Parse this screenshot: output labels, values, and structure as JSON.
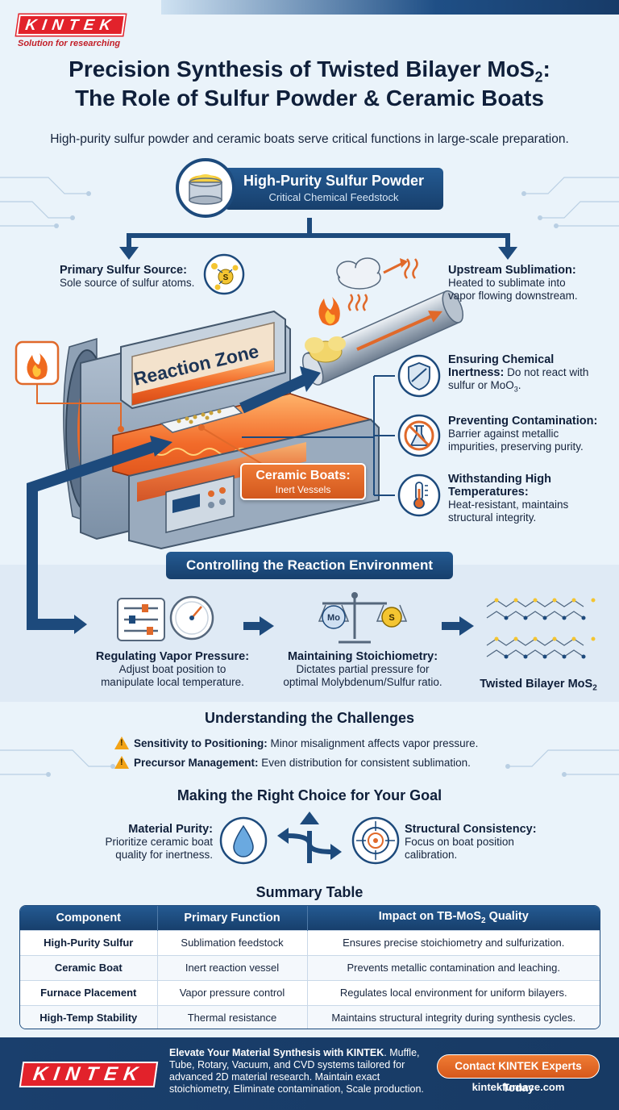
{
  "brand": {
    "logo_text": "KINTEK",
    "tagline": "Solution for researching",
    "accent": "#e2222b",
    "navy": "#1d4a7c",
    "orange": "#e0692a"
  },
  "title": {
    "line1": "Precision Synthesis of Twisted Bilayer MoS",
    "line1_sub": "2",
    "line1_end": ":",
    "line2": "The Role of Sulfur Powder & Ceramic Boats"
  },
  "subtitle": "High-purity sulfur powder and ceramic boats serve critical functions in large-scale preparation.",
  "sulfur": {
    "title": "High-Purity Sulfur Powder",
    "subtitle": "Critical Chemical Feedstock"
  },
  "primary_source": {
    "head": "Primary Sulfur Source:",
    "body": "Sole source of sulfur atoms."
  },
  "sublimation": {
    "head": "Upstream Sublimation:",
    "body1": "Heated to sublimate into",
    "body2": "vapor flowing downstream."
  },
  "furnace": {
    "zone_label": "Reaction Zone",
    "element_symbol": "S"
  },
  "inertness": {
    "head1": "Ensuring Chemical",
    "head2": "Inertness:",
    "body1": "Do not react with",
    "body2": "sulfur or MoO",
    "body2_sub": "3",
    "body2_end": "."
  },
  "contamination": {
    "head": "Preventing Contamination:",
    "body1": "Barrier against metallic",
    "body2": "impurities, preserving purity."
  },
  "high_temp": {
    "head1": "Withstanding High",
    "head2": "Temperatures:",
    "body1": "Heat-resistant, maintains",
    "body2": "structural integrity."
  },
  "boats": {
    "title": "Ceramic Boats:",
    "subtitle": "Inert Vessels"
  },
  "environment": {
    "title": "Controlling the Reaction Environment",
    "vapor": {
      "head": "Regulating Vapor Pressure:",
      "body1": "Adjust boat position to",
      "body2": "manipulate local temperature."
    },
    "stoich": {
      "head": "Maintaining Stoichiometry:",
      "body1": "Dictates partial pressure for",
      "body2": "optimal Molybdenum/Sulfur ratio."
    },
    "scale_left": "Mo",
    "scale_right": "S",
    "product": "Twisted Bilayer MoS",
    "product_sub": "2"
  },
  "challenges": {
    "title": "Understanding the Challenges",
    "items": [
      {
        "head": "Sensitivity to Positioning:",
        "body": " Minor misalignment affects vapor pressure."
      },
      {
        "head": "Precursor Management:",
        "body": " Even distribution for consistent sublimation."
      }
    ]
  },
  "choice": {
    "title": "Making the Right Choice for Your Goal",
    "purity": {
      "head": "Material Purity:",
      "body1": "Prioritize ceramic boat",
      "body2": "quality for inertness."
    },
    "consistency": {
      "head": "Structural Consistency:",
      "body1": "Focus on boat position",
      "body2": "calibration."
    }
  },
  "table": {
    "title": "Summary Table",
    "headers": [
      "Component",
      "Primary Function",
      "Impact on TB-MoS"
    ],
    "header_sub": "2",
    "header_end": " Quality",
    "rows": [
      [
        "High-Purity Sulfur",
        "Sublimation feedstock",
        "Ensures precise stoichiometry and sulfurization."
      ],
      [
        "Ceramic Boat",
        "Inert reaction vessel",
        "Prevents metallic contamination and leaching."
      ],
      [
        "Furnace Placement",
        "Vapor pressure control",
        "Regulates local environment for uniform bilayers."
      ],
      [
        "High-Temp Stability",
        "Thermal resistance",
        "Maintains structural integrity during synthesis cycles."
      ]
    ]
  },
  "footer": {
    "logo_text": "KINTEK",
    "bold": "Elevate Your Material Synthesis with KINTEK",
    "text": ". Muffle, Tube, Rotary, Vacuum, and CVD systems tailored for advanced 2D material research. Maintain exact stoichiometry, Eliminate contamination, Scale production.",
    "button": "Contact KINTEK Experts Today",
    "site": "kintekfurnace.com"
  }
}
